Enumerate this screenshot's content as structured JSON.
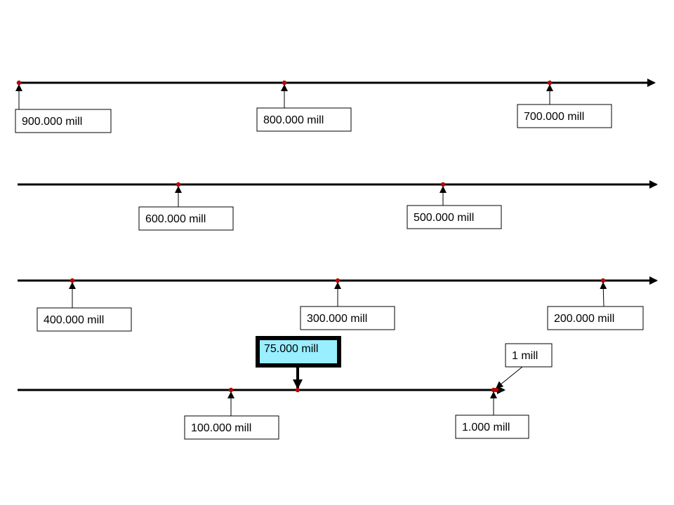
{
  "colors": {
    "line": "#000000",
    "dot": "#c00000",
    "box_fill": "#ffffff",
    "box_border": "#000000",
    "highlight_fill": "#99eeff",
    "highlight_border": "#000000"
  },
  "timelines": [
    {
      "markers": [
        {
          "id": "900000",
          "label": "900.000 mill"
        },
        {
          "id": "800000",
          "label": "800.000 mill"
        },
        {
          "id": "700000",
          "label": "700.000 mill"
        }
      ]
    },
    {
      "markers": [
        {
          "id": "600000",
          "label": "600.000 mill"
        },
        {
          "id": "500000",
          "label": "500.000 mill"
        }
      ]
    },
    {
      "markers": [
        {
          "id": "400000",
          "label": "400.000 mill"
        },
        {
          "id": "300000",
          "label": "300.000 mill"
        },
        {
          "id": "200000",
          "label": "200.000 mill"
        }
      ]
    },
    {
      "markers": [
        {
          "id": "100000",
          "label": "100.000 mill"
        },
        {
          "id": "75000",
          "label": "75.000 mill",
          "highlight": true
        },
        {
          "id": "1000",
          "label": "1.000 mill"
        },
        {
          "id": "1",
          "label": "1 mill"
        }
      ]
    }
  ]
}
